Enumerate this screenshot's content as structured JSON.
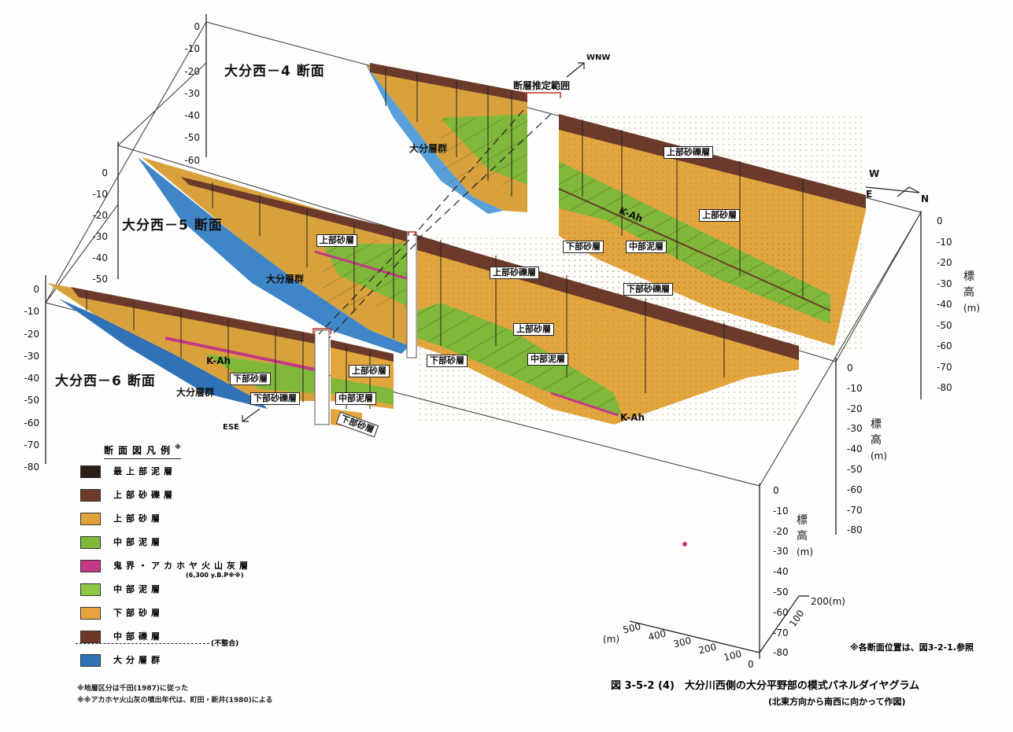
{
  "sections": {
    "s4_title": "大分西－4 断面",
    "s5_title": "大分西－5 断面",
    "s6_title": "大分西－6 断面"
  },
  "layer_labels": {
    "oita_group_4": "大分層群",
    "oita_group_5": "大分層群",
    "oita_group_6": "大分層群",
    "fault_zone": "断層推定範囲",
    "upper_gravel_4": "上部砂礫層",
    "upper_sand_4": "上部砂層",
    "kah_4": "K-Ah",
    "lower_sand_4": "下部砂層",
    "middle_mud_4": "中部泥層",
    "lower_gravel_4": "下部砂礫層",
    "upper_sand_5a": "上部砂層",
    "upper_gravel_5": "上部砂礫層",
    "upper_sand_5b": "上部砂層",
    "lower_sand_5": "下部砂層",
    "middle_mud_5": "中部泥層",
    "kah_5": "K-Ah",
    "kah_6": "K-Ah",
    "lower_sand_6a": "下部砂層",
    "lower_gravel_6": "下部砂礫層",
    "upper_sand_6": "上部砂層",
    "middle_mud_6": "中部泥層",
    "lower_sand_6b": "下部砂層"
  },
  "directions": {
    "wnw": "WNW",
    "ese": "ESE",
    "w": "W",
    "e": "E",
    "n": "N"
  },
  "axes": {
    "elev_label_1": "標",
    "elev_label_2": "高",
    "elev_unit": "(m)",
    "depth_ticks_a": [
      "0",
      "-10",
      "-20",
      "-30",
      "-40",
      "-50",
      "-60",
      "-70",
      "-80"
    ],
    "scale_h_label": "(m)",
    "scale_h_ticks": [
      "500",
      "400",
      "300",
      "200",
      "100",
      "0"
    ],
    "scale_d_ticks": [
      "100",
      "200(m)"
    ]
  },
  "legend": {
    "title": "断面図凡例",
    "title_sup": "※",
    "items": [
      {
        "label": "最上部泥層",
        "color": "#2a1c16"
      },
      {
        "label": "上部砂礫層",
        "color": "#6b3a2a"
      },
      {
        "label": "上部砂層",
        "color": "#e0a33a"
      },
      {
        "label": "中部泥層",
        "color": "#7fb83a"
      },
      {
        "label": "鬼界・アカホヤ火山灰層",
        "color": "#c23a86"
      },
      {
        "label": "中部泥層",
        "color": "#8fc744"
      },
      {
        "label": "下部砂層",
        "color": "#e7a43e"
      },
      {
        "label": "中部礫層",
        "color": "#6e3626"
      },
      {
        "label": "大分層群",
        "color": "#2f72b8"
      }
    ],
    "kah_sub": "(6,300 y.B.P※※)",
    "unconformity": "(不整合)"
  },
  "notes": {
    "note1": "※地層区分は千田(1987)に従った",
    "note2": "※※アカホヤ火山灰の噴出年代は、町田・新井(1980)による"
  },
  "caption": "図 3-5-2 (4)　大分川西側の大分平野部の模式パネルダイヤグラム",
  "subcaption": "(北東方向から南西に向かって作図)",
  "ref_note": "※各断面位置は、図3-2-1.参照",
  "colors": {
    "gravel": "#6b3a2a",
    "top_mud": "#2a1c16",
    "upper_sand": "#e0a33a",
    "middle_mud": "#7fb83a",
    "kah": "#c23a86",
    "oita": "#3f86c9"
  }
}
